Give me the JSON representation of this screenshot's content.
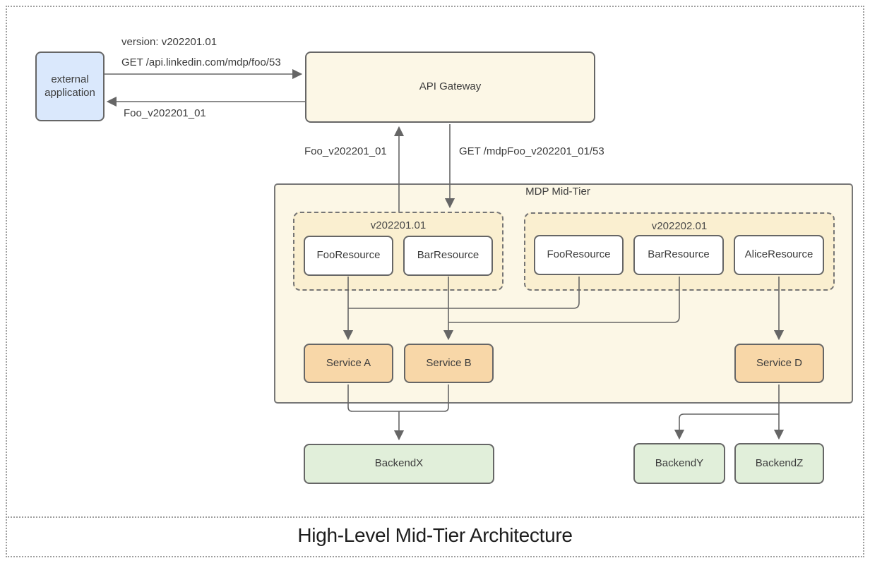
{
  "title": "High-Level Mid-Tier Architecture",
  "nodes": {
    "external_app": "external application",
    "api_gateway": "API Gateway",
    "mdp_midtier": "MDP Mid-Tier",
    "group_v1": "v202201.01",
    "group_v2": "v202202.01",
    "v1_foo_resource": "FooResource",
    "v1_bar_resource": "BarResource",
    "v2_foo_resource": "FooResource",
    "v2_bar_resource": "BarResource",
    "v2_alice_resource": "AliceResource",
    "service_a": "Service A",
    "service_b": "Service B",
    "service_d": "Service D",
    "backend_x": "BackendX",
    "backend_y": "BackendY",
    "backend_z": "BackendZ"
  },
  "edge_labels": {
    "version": "version: v202201.01",
    "request_in": "GET /api.linkedin.com/mdp/foo/53",
    "response_out": "Foo_v202201_01",
    "midtier_response": "Foo_v202201_01",
    "midtier_request": "GET /mdpFoo_v202201_01/53"
  },
  "colors": {
    "external_fill": "#dae8fc",
    "cream_fill": "#fcf7e6",
    "group_fill": "#faefd0",
    "resource_fill": "#ffffff",
    "service_fill": "#f8d7a8",
    "backend_fill": "#e1efda",
    "line": "#666666",
    "text": "#3c3c3c",
    "page_border": "#9e9e9e"
  }
}
